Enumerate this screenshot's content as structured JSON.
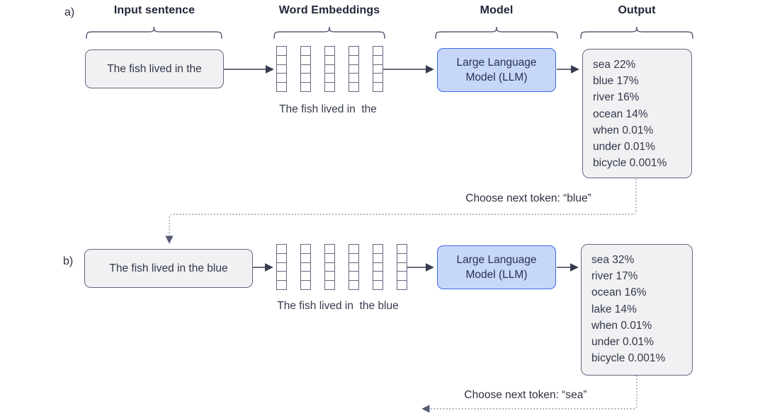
{
  "diagram": {
    "headers": {
      "input": "Input sentence",
      "embeddings": "Word Embeddings",
      "model": "Model",
      "output": "Output"
    },
    "rows": [
      {
        "label": "a)",
        "input_text": "The fish lived in the",
        "token_count": 5,
        "embedding_caption": "The fish lived in  the",
        "model_line1": "Large Language",
        "model_line2": "Model (LLM)",
        "output_lines": [
          "sea 22%",
          "blue 17%",
          "river 16%",
          "ocean 14%",
          "when 0.01%",
          "under 0.01%",
          "bicycle 0.001%"
        ],
        "choose_caption": "Choose next token: “blue”"
      },
      {
        "label": "b)",
        "input_text": "The fish lived in the blue",
        "token_count": 6,
        "embedding_caption": "The fish lived in  the blue",
        "model_line1": "Large Language",
        "model_line2": "Model (LLM)",
        "output_lines": [
          "sea 32%",
          "river 17%",
          "ocean 16%",
          "lake 14%",
          "when 0.01%",
          "under 0.01%",
          "bicycle 0.001%"
        ],
        "choose_caption": "Choose next token: “sea”"
      }
    ],
    "colors": {
      "model_fill": "#c7d7f8",
      "model_border": "#3b6ae6",
      "box_fill": "#f1f1f3",
      "box_border": "#63687f",
      "arrow": "#363b4e",
      "dotted_line": "#8287a3",
      "text": "#32374a"
    }
  }
}
